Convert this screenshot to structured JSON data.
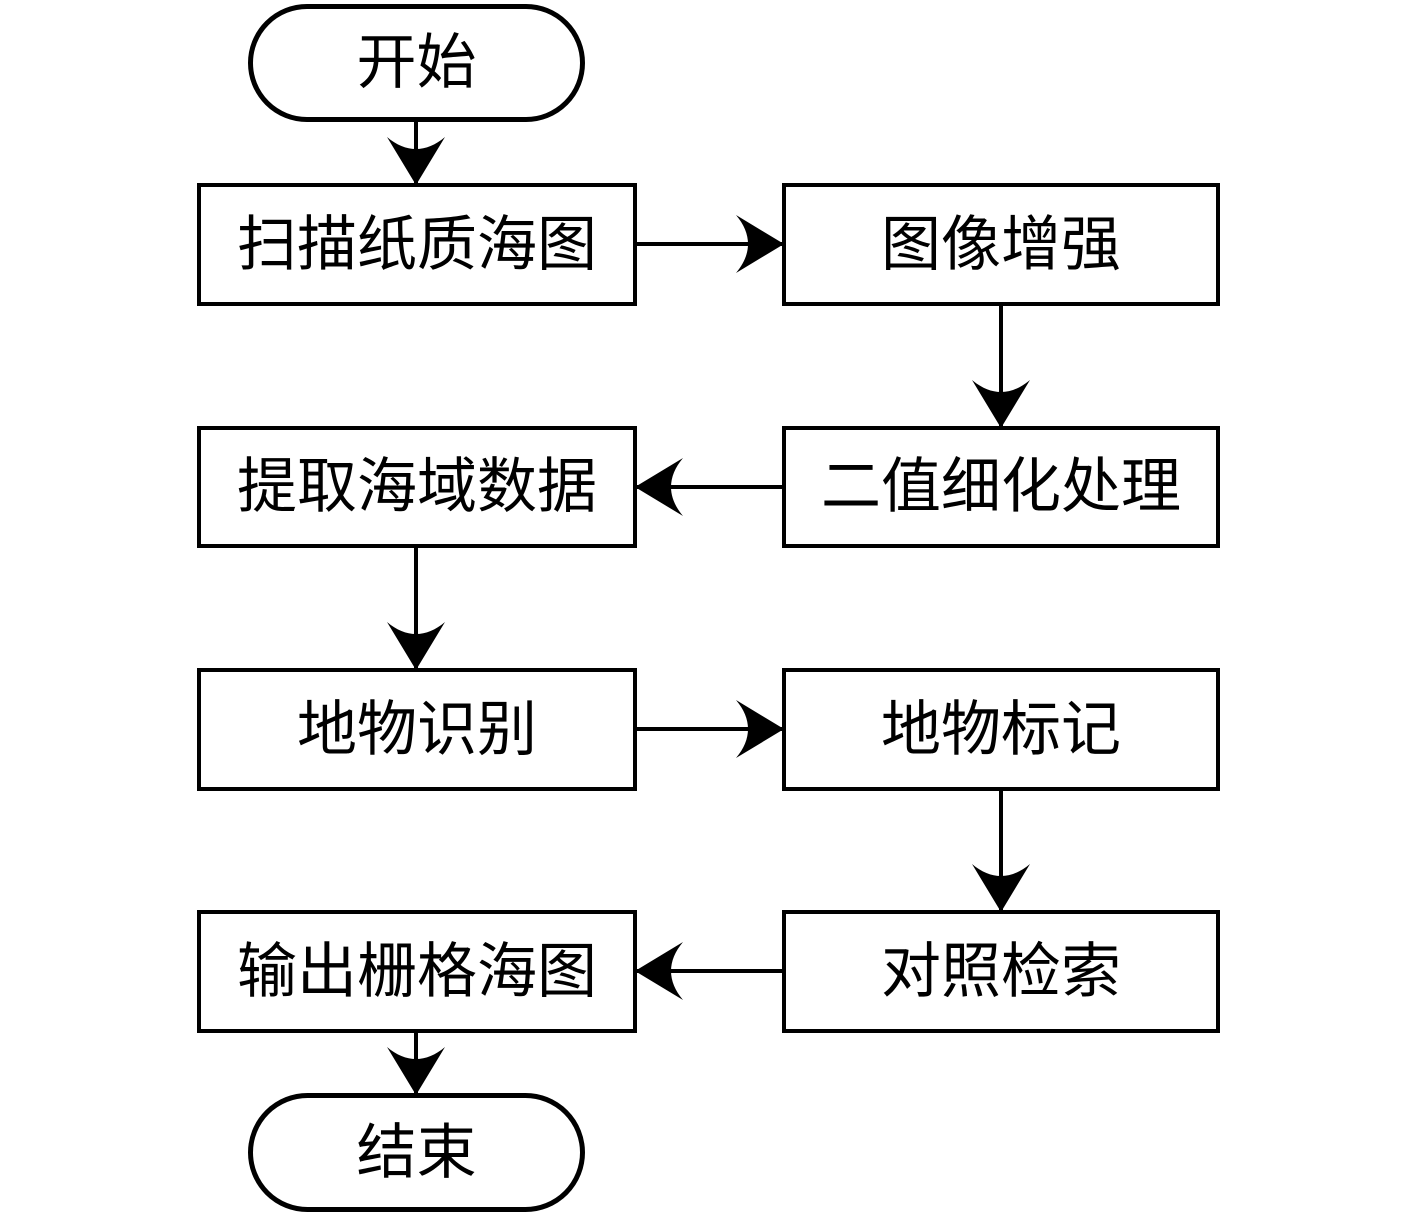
{
  "diagram": {
    "type": "flowchart",
    "background_color": "#ffffff",
    "stroke_color": "#000000",
    "text_color": "#000000",
    "nodes": [
      {
        "id": "start",
        "type": "terminator",
        "label": "开始"
      },
      {
        "id": "scan",
        "type": "process",
        "label": "扫描纸质海图"
      },
      {
        "id": "enhance",
        "type": "process",
        "label": "图像增强"
      },
      {
        "id": "binarize",
        "type": "process",
        "label": "二值细化处理"
      },
      {
        "id": "extract",
        "type": "process",
        "label": "提取海域数据"
      },
      {
        "id": "recognize",
        "type": "process",
        "label": "地物识别"
      },
      {
        "id": "mark",
        "type": "process",
        "label": "地物标记"
      },
      {
        "id": "retrieve",
        "type": "process",
        "label": "对照检索"
      },
      {
        "id": "output",
        "type": "process",
        "label": "输出栅格海图"
      },
      {
        "id": "end",
        "type": "terminator",
        "label": "结束"
      }
    ],
    "edges": [
      {
        "from": "start",
        "to": "scan"
      },
      {
        "from": "scan",
        "to": "enhance"
      },
      {
        "from": "enhance",
        "to": "binarize"
      },
      {
        "from": "binarize",
        "to": "extract"
      },
      {
        "from": "extract",
        "to": "recognize"
      },
      {
        "from": "recognize",
        "to": "mark"
      },
      {
        "from": "mark",
        "to": "retrieve"
      },
      {
        "from": "retrieve",
        "to": "output"
      },
      {
        "from": "output",
        "to": "end"
      }
    ]
  }
}
